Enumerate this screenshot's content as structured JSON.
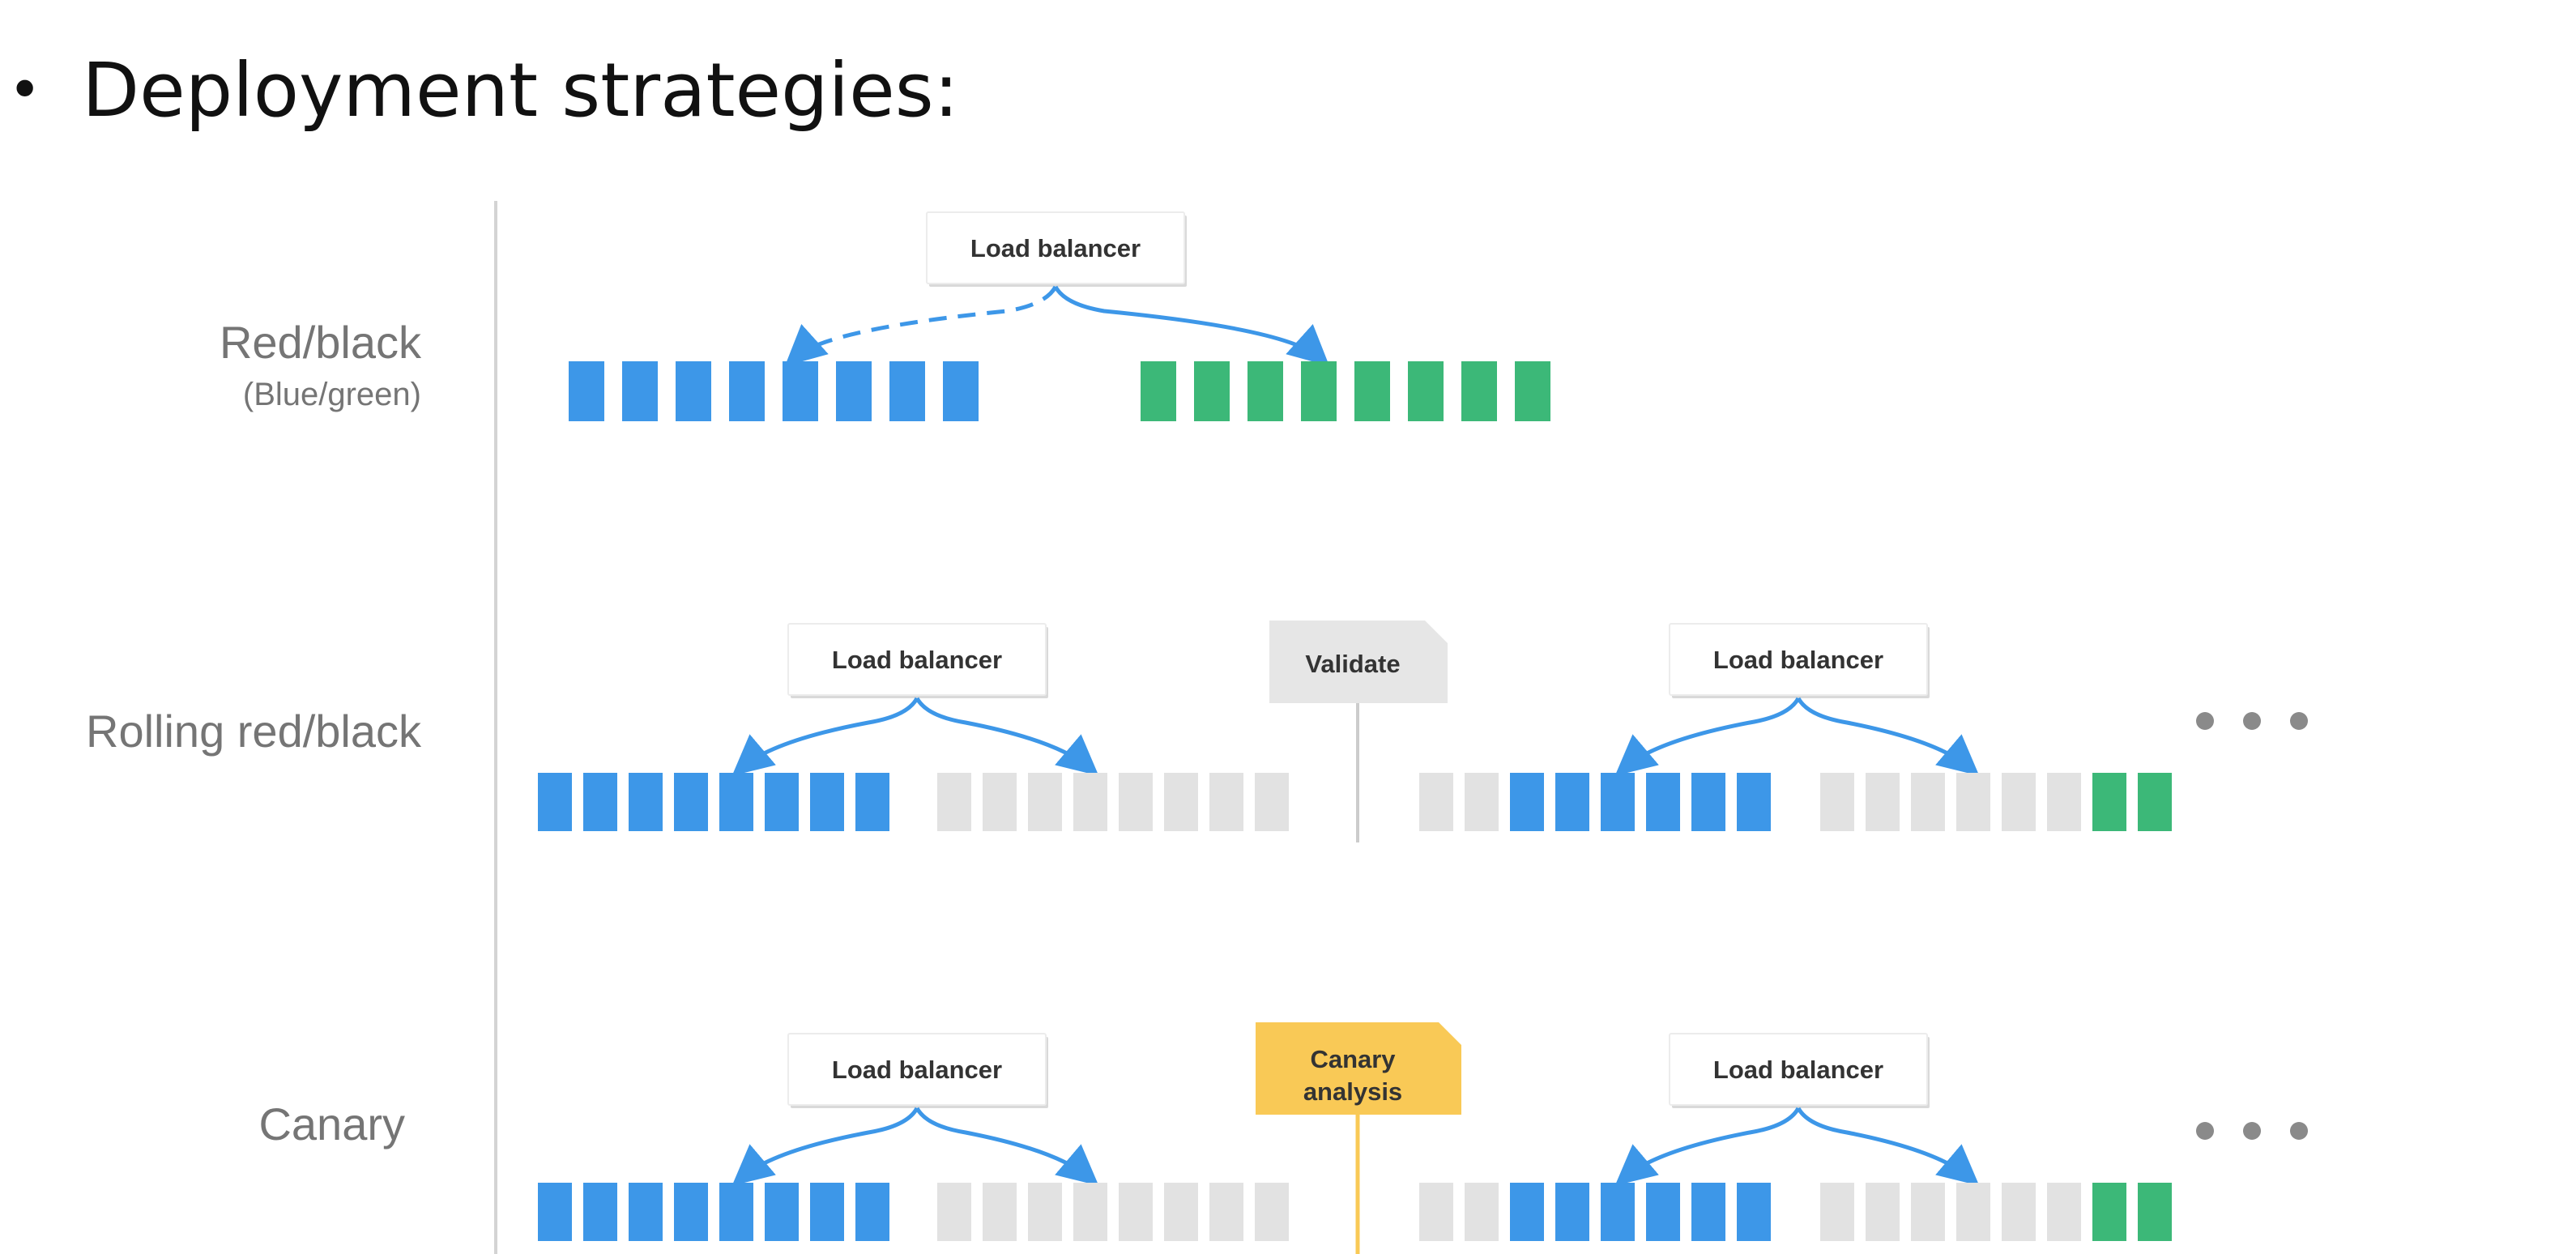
{
  "heading": {
    "bullet": "•",
    "text": "Deployment strategies:"
  },
  "rows": [
    {
      "label": "Red/black",
      "sublabel": "(Blue/green)"
    },
    {
      "label": "Rolling red/black"
    },
    {
      "label": "Canary"
    }
  ],
  "load_balancer_label": "Load balancer",
  "validate_label": "Validate",
  "canary_analysis_label": "Canary analysis",
  "ellipsis": "• • •",
  "colors": {
    "blue": "#3d97e8",
    "green": "#3cb878",
    "gray": "#e2e2e2",
    "canary": "#f9c956",
    "tag_gray": "#e6e6e6",
    "arrow": "#3d97e8",
    "divider": "#d4d4d4"
  }
}
